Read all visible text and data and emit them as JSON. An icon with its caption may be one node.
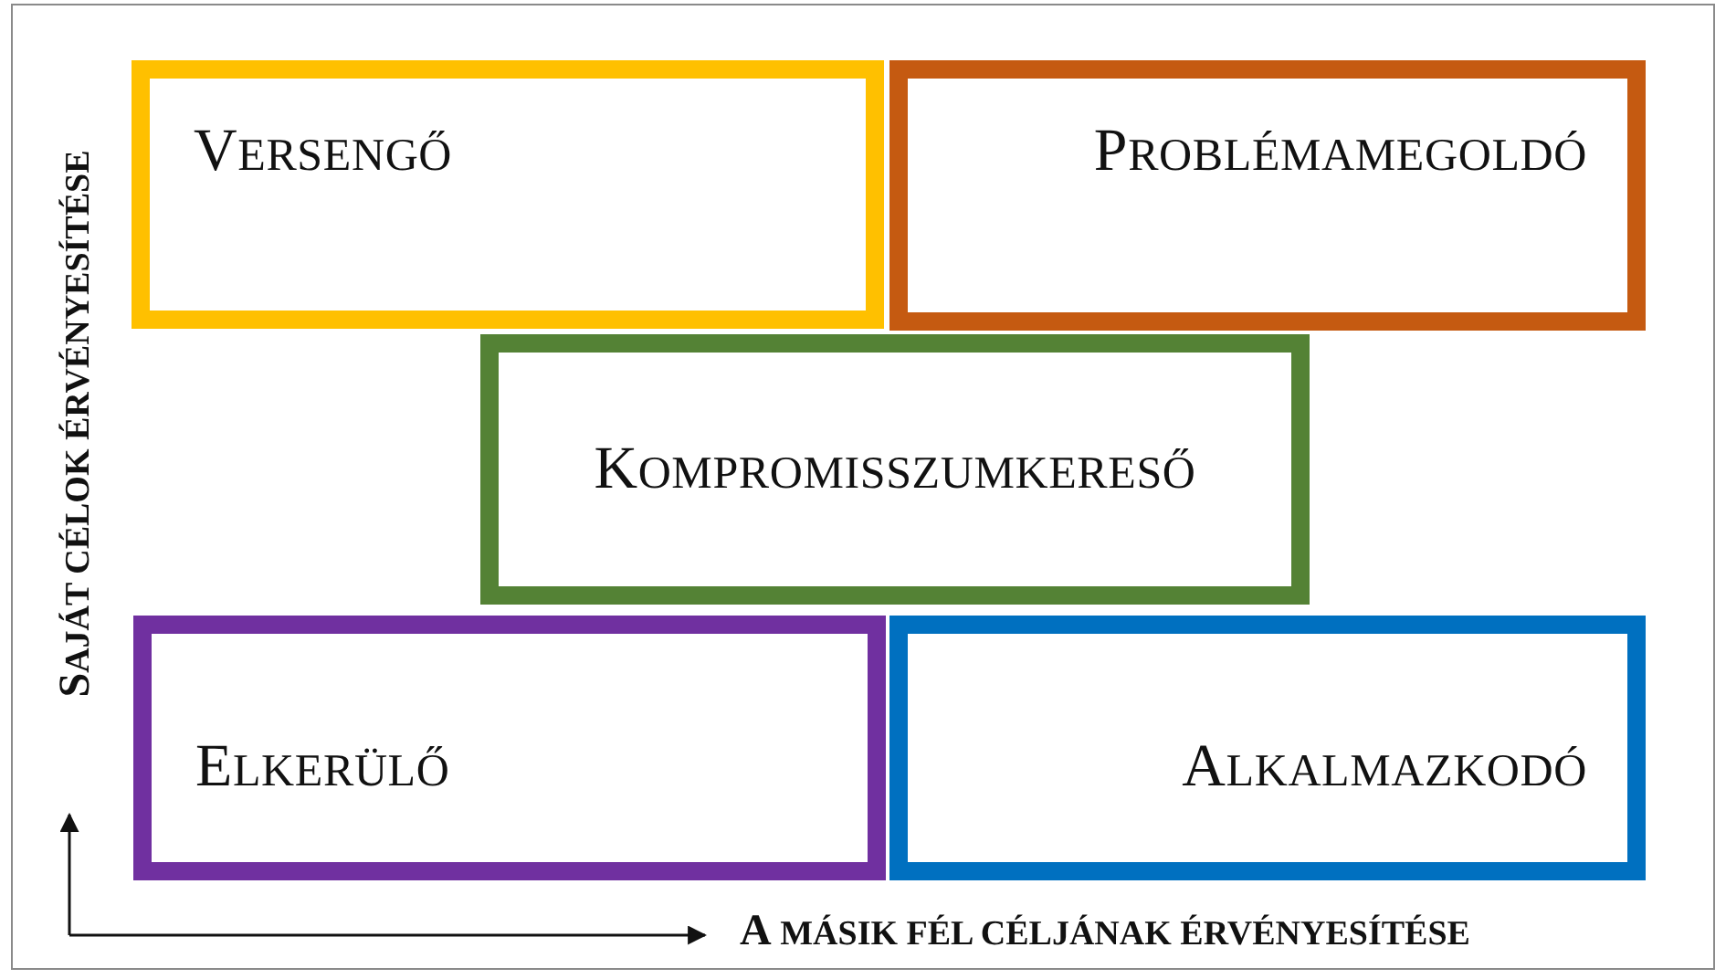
{
  "diagram": {
    "nodes": [
      {
        "text": [
          "VERSENGŐ"
        ]
      },
      {
        "text": [
          "PROBLÉMAMEGOLDÓ"
        ]
      },
      {
        "text": [
          "KOMPROMISSZUMKERESŐ"
        ]
      },
      {
        "text": [
          "ELKERÜLŐ"
        ]
      },
      {
        "text": [
          "ALKALMAZKODÓ"
        ]
      }
    ],
    "labels": [
      "SAJÁT CÉLOK ÉRVÉNYESÍTÉSE",
      "A MÁSIK FÉL CÉLJÁNAK ÉRVÉNYESÍTÉSE"
    ]
  }
}
